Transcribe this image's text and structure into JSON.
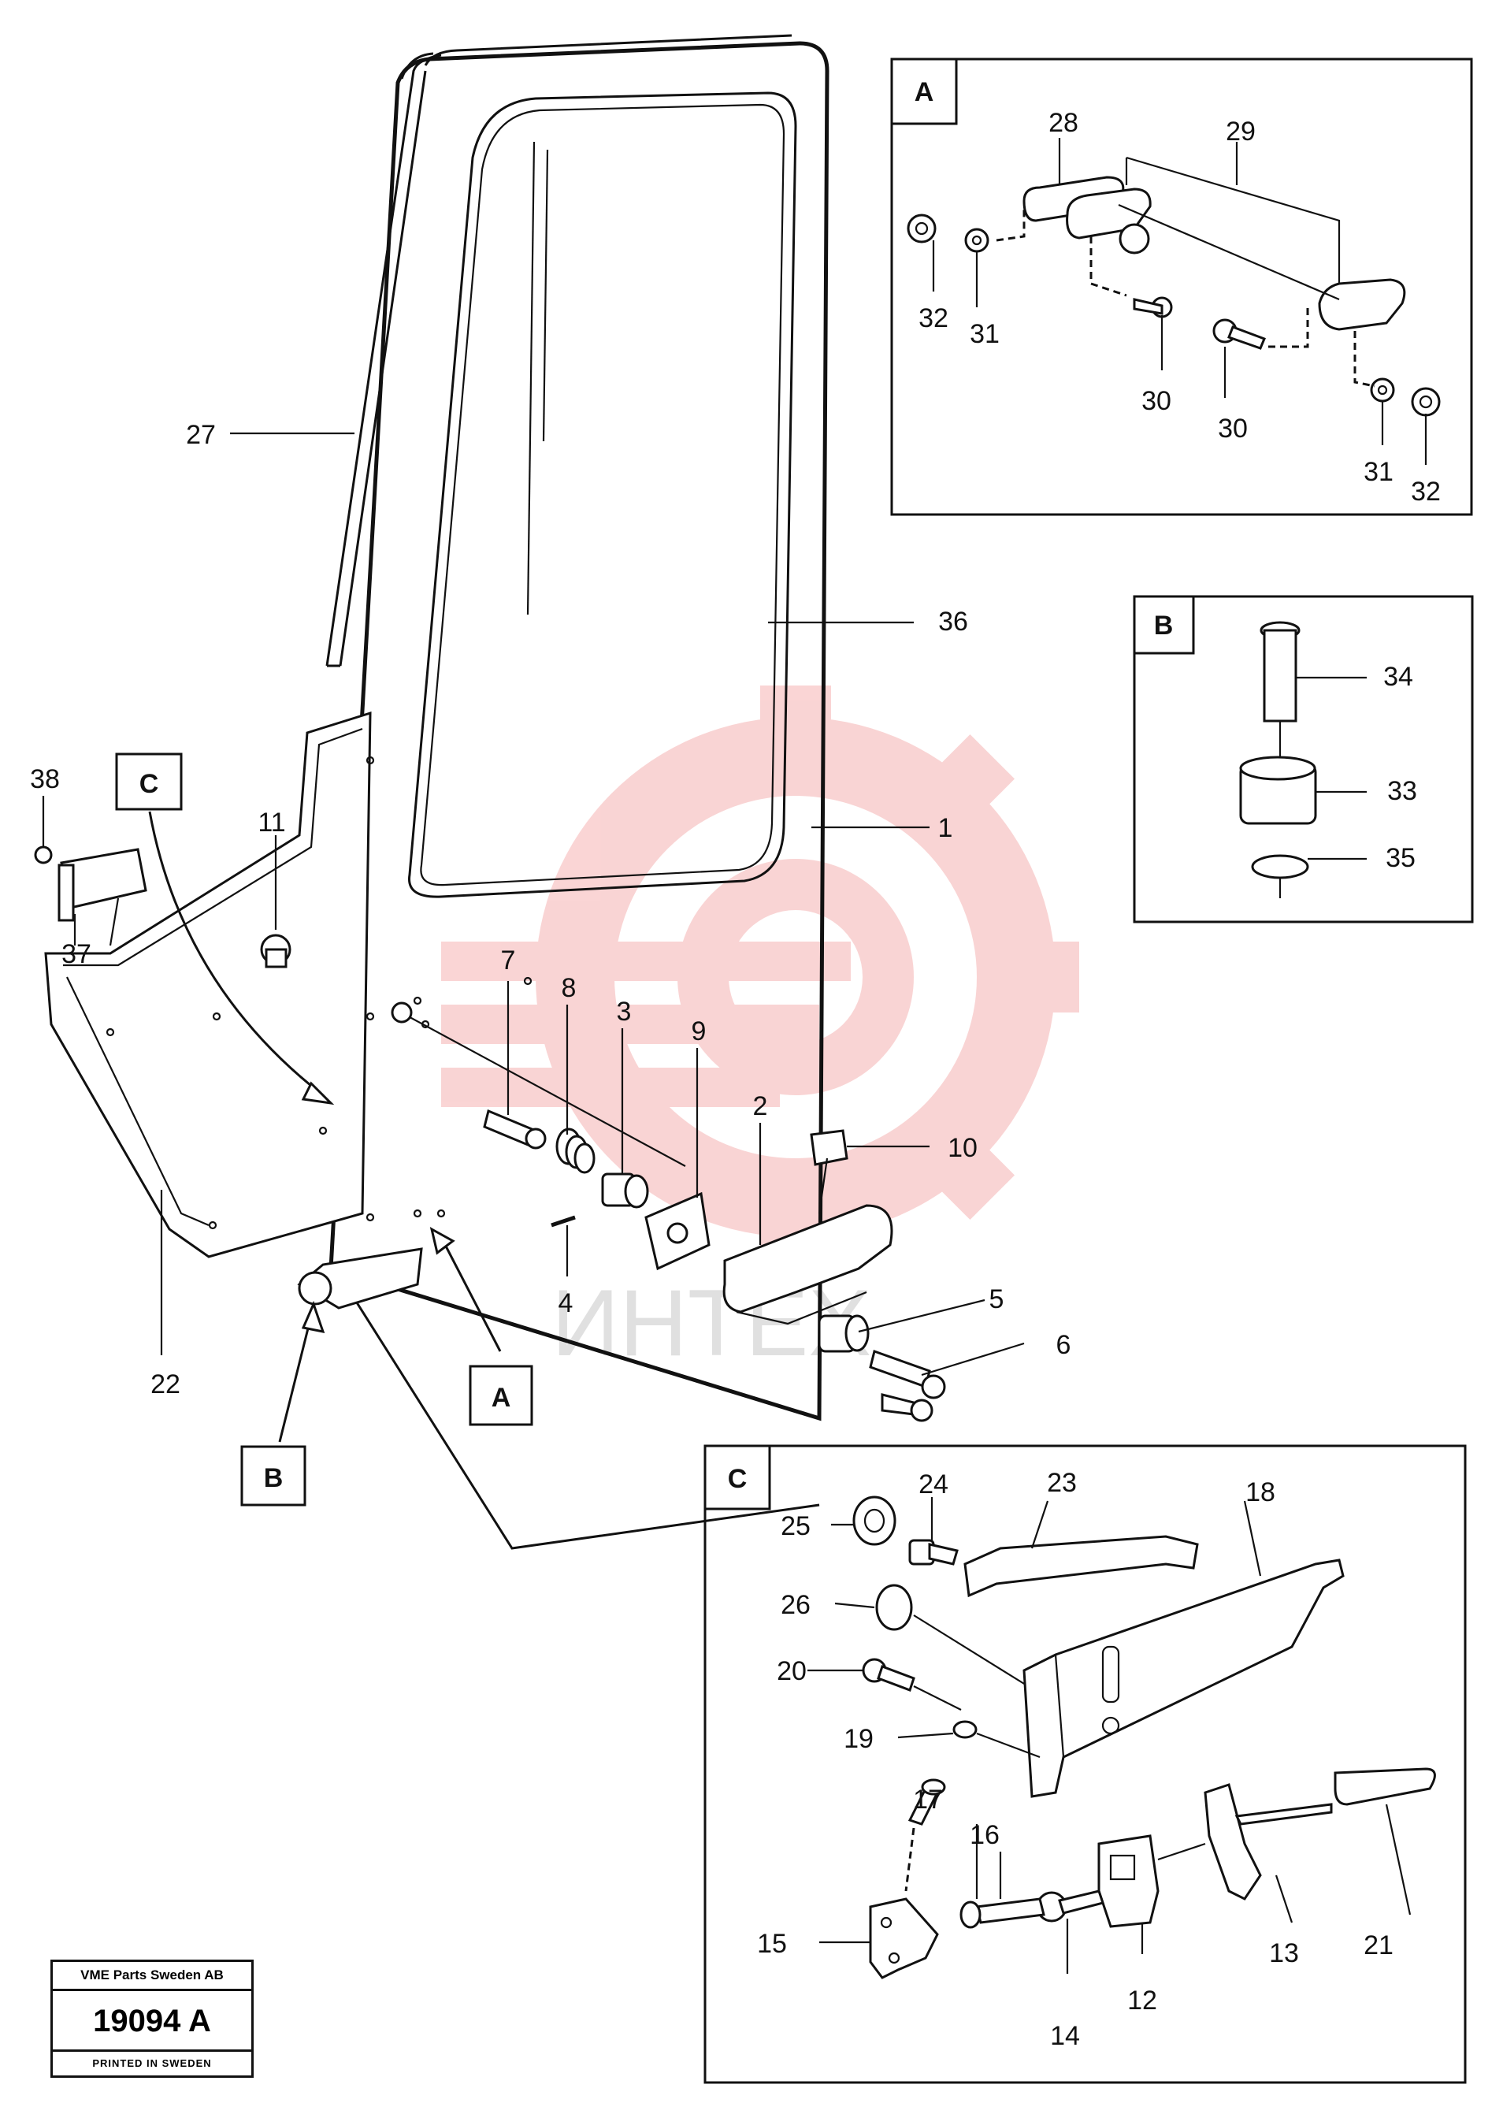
{
  "diagram": {
    "box_labels": {
      "A": "A",
      "B": "B",
      "C": "C"
    },
    "parts": {
      "p1": "1",
      "p2": "2",
      "p3": "3",
      "p4": "4",
      "p5": "5",
      "p6": "6",
      "p7": "7",
      "p8": "8",
      "p9": "9",
      "p10": "10",
      "p11": "11",
      "p12": "12",
      "p13": "13",
      "p14": "14",
      "p15": "15",
      "p16": "16",
      "p17": "17",
      "p18": "18",
      "p19": "19",
      "p20": "20",
      "p21": "21",
      "p22": "22",
      "p23": "23",
      "p24": "24",
      "p25": "25",
      "p26": "26",
      "p27": "27",
      "p28": "28",
      "p29": "29",
      "p30": "30",
      "p31": "31",
      "p32": "32",
      "p33": "33",
      "p34": "34",
      "p35": "35",
      "p36": "36",
      "p37": "37",
      "p38": "38"
    },
    "watermark": "ИНТЕХ",
    "watermark_color": "#e8423f"
  },
  "plate": {
    "company": "VME Parts Sweden AB",
    "number": "19094 A",
    "printed": "PRINTED IN SWEDEN"
  }
}
